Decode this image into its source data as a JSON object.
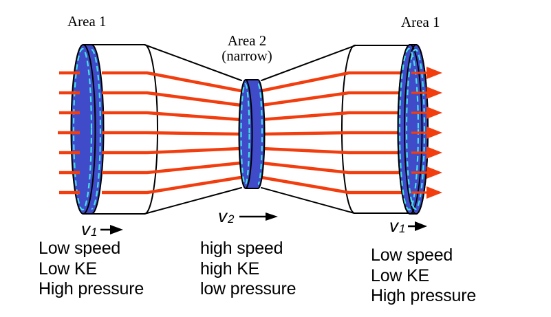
{
  "labels": {
    "area_left": "Area 1",
    "area_middle_line1": "Area 2",
    "area_middle_line2": "(narrow)",
    "area_right": "Area 1"
  },
  "velocity_labels": {
    "left": {
      "symbol": "v",
      "subscript": "1"
    },
    "middle": {
      "symbol": "v",
      "subscript": "2"
    },
    "right": {
      "symbol": "v",
      "subscript": "1"
    }
  },
  "annotations": {
    "left": {
      "lines": [
        "Low speed",
        "Low KE",
        "High pressure"
      ]
    },
    "middle": {
      "lines": [
        "high speed",
        "high KE",
        "low pressure"
      ]
    },
    "right": {
      "lines": [
        "Low speed",
        "Low KE",
        "High pressure"
      ]
    }
  },
  "icons": {
    "velocity_arrow": "right-arrow",
    "flow_arrowhead": "right-arrowhead"
  },
  "colors": {
    "disk_blue": "#3F4BC9",
    "disk_cyan": "#45DFE8",
    "streamline_red": "#F23D0E",
    "outline_black": "#000000"
  }
}
